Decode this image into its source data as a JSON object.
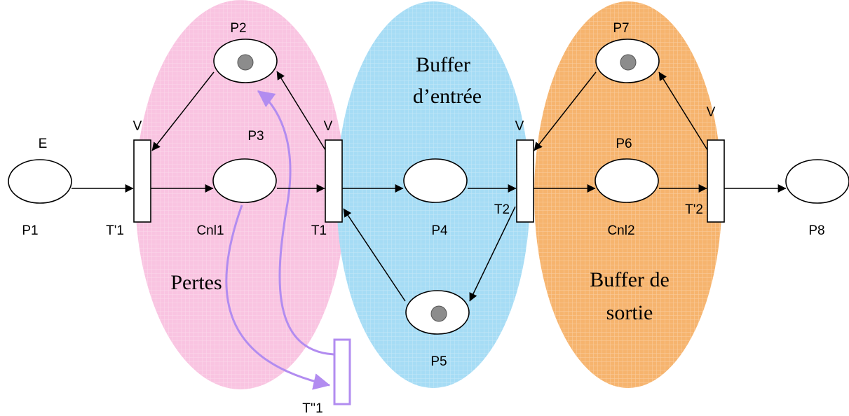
{
  "places": [
    {
      "id": "P1",
      "name": "P1",
      "extra": "E",
      "tokens": 0
    },
    {
      "id": "P2",
      "name": "P2",
      "tokens": 1
    },
    {
      "id": "P3",
      "name": "P3",
      "extra": "Cnl1",
      "tokens": 0
    },
    {
      "id": "P4",
      "name": "P4",
      "tokens": 0
    },
    {
      "id": "P5",
      "name": "P5",
      "tokens": 1
    },
    {
      "id": "P6",
      "name": "P6",
      "extra": "Cnl2",
      "tokens": 0
    },
    {
      "id": "P7",
      "name": "P7",
      "tokens": 1
    },
    {
      "id": "P8",
      "name": "P8",
      "tokens": 0
    }
  ],
  "transitions": [
    {
      "id": "T'1",
      "name": "T'1",
      "extra": "V"
    },
    {
      "id": "T1",
      "name": "T1",
      "extra": "V"
    },
    {
      "id": "T2",
      "name": "T2",
      "extra": "V"
    },
    {
      "id": "T'2",
      "name": "T'2",
      "extra": "V"
    },
    {
      "id": "T''1",
      "name": "T''1"
    }
  ],
  "arcs": [
    {
      "from": "P1",
      "to": "T'1"
    },
    {
      "from": "T'1",
      "to": "P3"
    },
    {
      "from": "P2",
      "to": "T'1"
    },
    {
      "from": "P3",
      "to": "T1"
    },
    {
      "from": "T1",
      "to": "P2"
    },
    {
      "from": "T1",
      "to": "P4"
    },
    {
      "from": "P5",
      "to": "T1"
    },
    {
      "from": "P4",
      "to": "T2"
    },
    {
      "from": "T2",
      "to": "P5"
    },
    {
      "from": "T2",
      "to": "P6"
    },
    {
      "from": "P7",
      "to": "T2"
    },
    {
      "from": "P6",
      "to": "T'2"
    },
    {
      "from": "T'2",
      "to": "P7"
    },
    {
      "from": "T'2",
      "to": "P8"
    },
    {
      "from": "P3",
      "to": "T''1",
      "style": "loss"
    },
    {
      "from": "T''1",
      "to": "P2",
      "style": "loss"
    }
  ],
  "regions": [
    {
      "id": "pertes",
      "label_lines": [
        "Pertes"
      ],
      "color": "#f9c4e1"
    },
    {
      "id": "buffer-entree",
      "label_lines": [
        "Buffer",
        "d’entrée"
      ],
      "color": "#a6dcf5"
    },
    {
      "id": "buffer-sortie",
      "label_lines": [
        "Buffer de",
        "sortie"
      ],
      "color": "#f6b46e"
    }
  ],
  "colors": {
    "loss_arc": "#b28cf0",
    "loss_transition": "#b28cf0"
  }
}
